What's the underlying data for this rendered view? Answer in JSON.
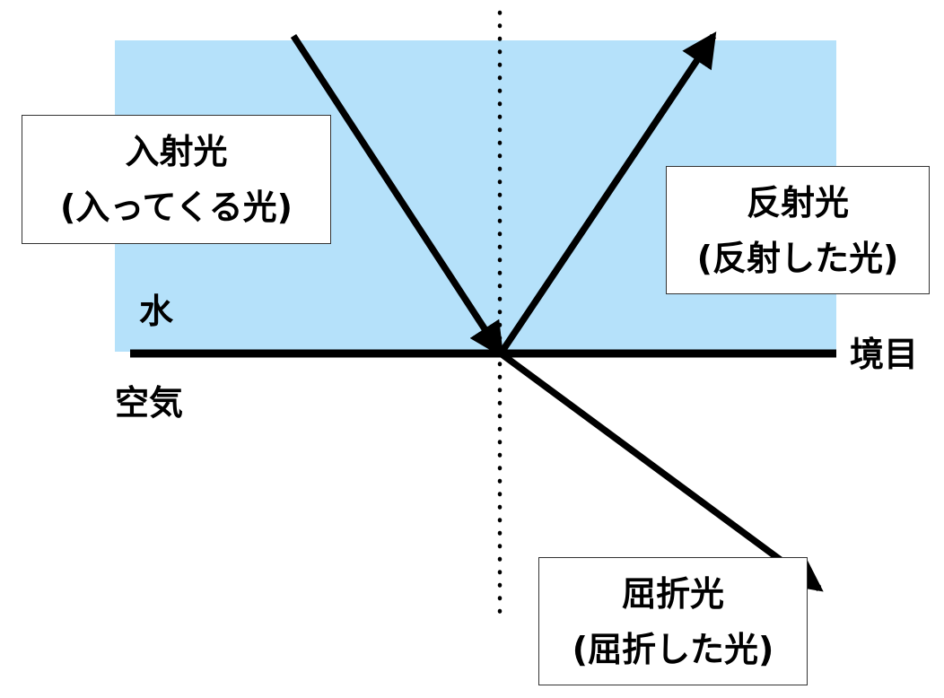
{
  "colors": {
    "water": "#b5e1fa",
    "ray": "#000000",
    "boundary": "#000000",
    "normal": "#000000",
    "background": "#ffffff"
  },
  "labels": {
    "incident": {
      "line1": "入射光",
      "line2": "(入ってくる光)"
    },
    "reflected": {
      "line1": "反射光",
      "line2": "(反射した光)"
    },
    "refracted": {
      "line1": "屈折光",
      "line2": "(屈折した光)"
    },
    "water": "水",
    "air": "空気",
    "boundary": "境目"
  }
}
